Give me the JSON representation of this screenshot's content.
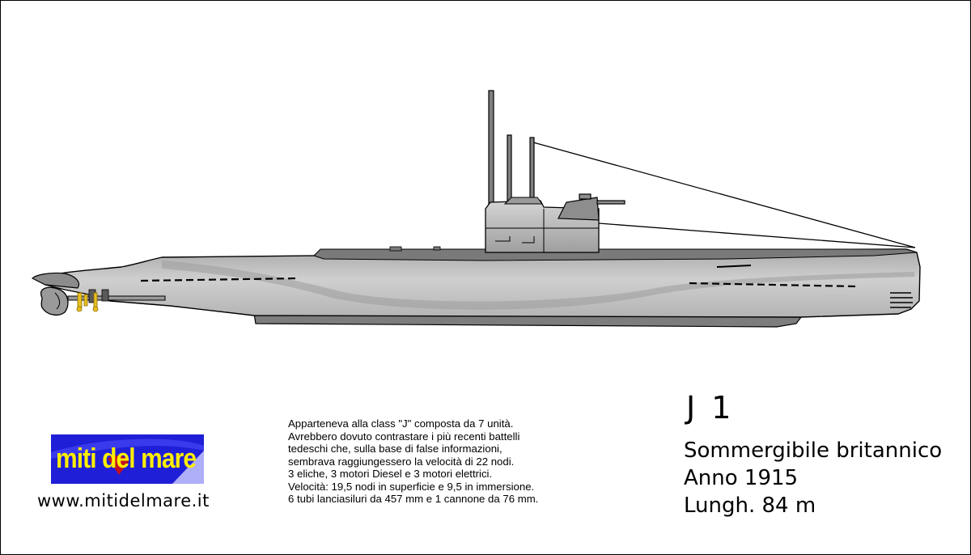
{
  "heading": {
    "name": "J 1"
  },
  "specs": {
    "line1": "Sommergibile britannico",
    "line2": "Anno 1915",
    "line3": "Lungh. 84 m"
  },
  "description": {
    "lines": [
      "Apparteneva alla class \"J\" composta da 7 unità.",
      "Avrebbero dovuto contrastare i più recenti battelli",
      "tedeschi che, sulla base di false informazioni,",
      "sembrava raggiungessero la velocità di 22 nodi.",
      "3 eliche, 3 motori Diesel e 3 motori elettrici.",
      "Velocità: 19,5 nodi in superficie e 9,5 in immersione.",
      "6 tubi lanciasiluri da 457 mm e 1 cannone da 76 mm."
    ]
  },
  "logo": {
    "text": "miti del mare",
    "background": "#1f1fd8",
    "text_color": "#ffee00"
  },
  "website": {
    "url": "www.mitidelmare.it"
  },
  "colors": {
    "hull": "#bdbdbd",
    "hull_dark": "#8a8a8a",
    "fittings": "#e8c020"
  }
}
